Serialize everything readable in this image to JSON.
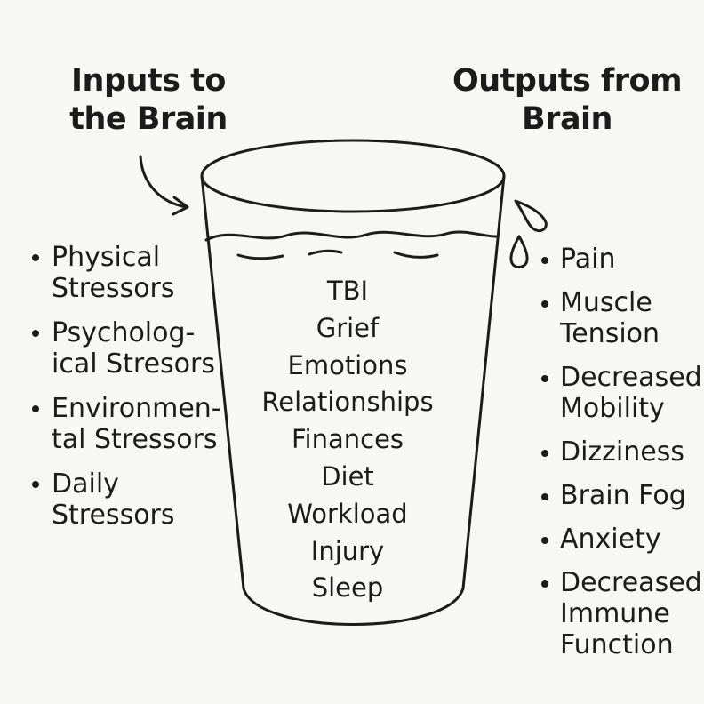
{
  "inputs_heading": [
    "Inputs to",
    "the Brain"
  ],
  "outputs_heading": [
    "Outputs from",
    "Brain"
  ],
  "inputs": [
    [
      "Physical",
      "Stressors"
    ],
    [
      "Psycholog-",
      "ical Stresors"
    ],
    [
      "Environmen-",
      "tal Stressors"
    ],
    [
      "Daily",
      "Stressors"
    ]
  ],
  "cup_contents": [
    "TBI",
    "Grief",
    "Emotions",
    "Relationships",
    "Finances",
    "Diet",
    "Workload",
    "Injury",
    "Sleep"
  ],
  "outputs": [
    [
      "Pain"
    ],
    [
      "Muscle",
      "Tension"
    ],
    [
      "Decreased",
      "Mobility"
    ],
    [
      "Dizziness"
    ],
    [
      "Brain Fog"
    ],
    [
      "Anxiety"
    ],
    [
      "Decreased",
      "Immune",
      "Function"
    ]
  ],
  "icons": [
    "curved-arrow-icon",
    "water-drop-icon"
  ]
}
